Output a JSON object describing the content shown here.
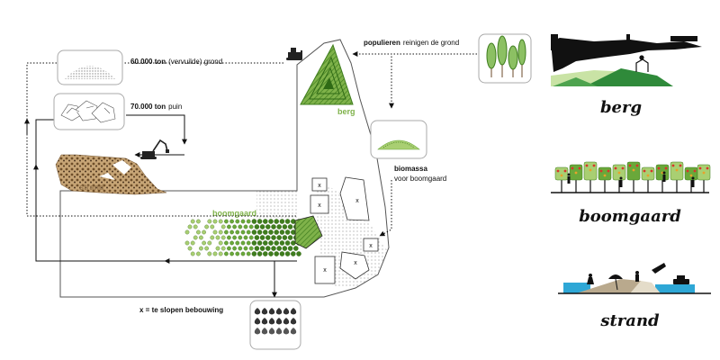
{
  "annotations": {
    "grond_amount": "60.000 ton",
    "grond_desc": "(vervuilde) grond",
    "puin_amount": "70.000 ton",
    "puin_desc": "puin",
    "populieren_bold": "populieren",
    "populieren_desc": "reinigen de grond",
    "biomassa_title": "biomassa",
    "biomassa_desc": "voor boomgaard",
    "legend": "x = te slopen bebouwing"
  },
  "zones": {
    "berg": "berg",
    "strand": "strand",
    "boomgaard": "boomgaard"
  },
  "demolition_mark": "x",
  "panels": {
    "berg": "berg",
    "boomgaard": "boomgaard",
    "strand": "strand"
  },
  "colors": {
    "green_dark": "#3f7d1e",
    "green_mid": "#6aa83a",
    "green_light": "#a9cf72",
    "brown": "#8b6a3e",
    "sea": "#2ea7d6",
    "zone_label_green": "#7fb24a",
    "zone_label_brown": "#9b7b52"
  }
}
